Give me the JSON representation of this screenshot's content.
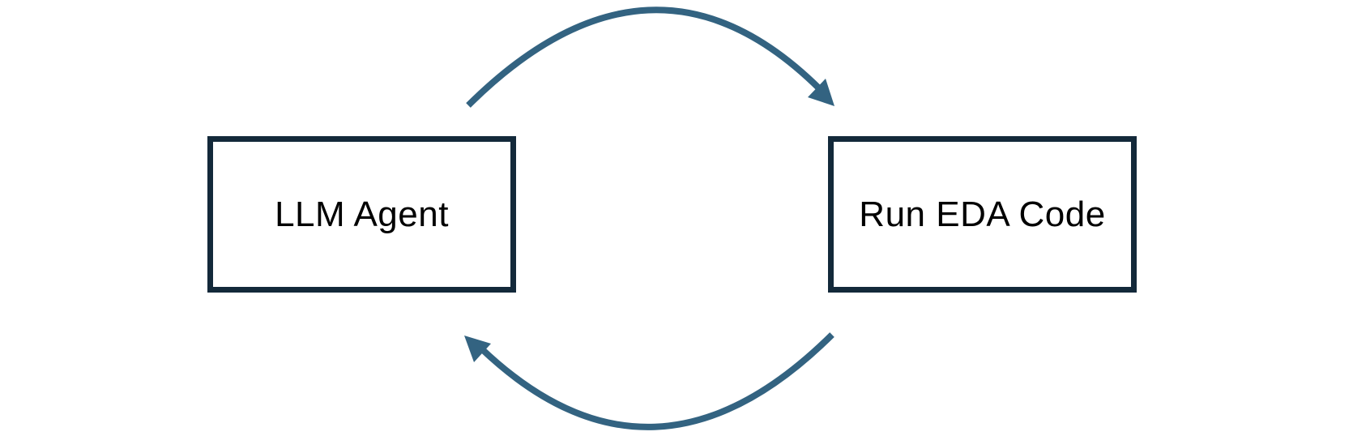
{
  "diagram": {
    "nodes": {
      "agent": {
        "label": "LLM Agent"
      },
      "run": {
        "label": "Run EDA Code"
      }
    },
    "colors": {
      "arrow": "#336381",
      "box_border": "#13293a",
      "text": "#000000",
      "background": "#ffffff"
    },
    "edges": [
      {
        "from": "agent",
        "to": "run",
        "direction": "top-clockwise"
      },
      {
        "from": "run",
        "to": "agent",
        "direction": "bottom-clockwise"
      }
    ]
  }
}
